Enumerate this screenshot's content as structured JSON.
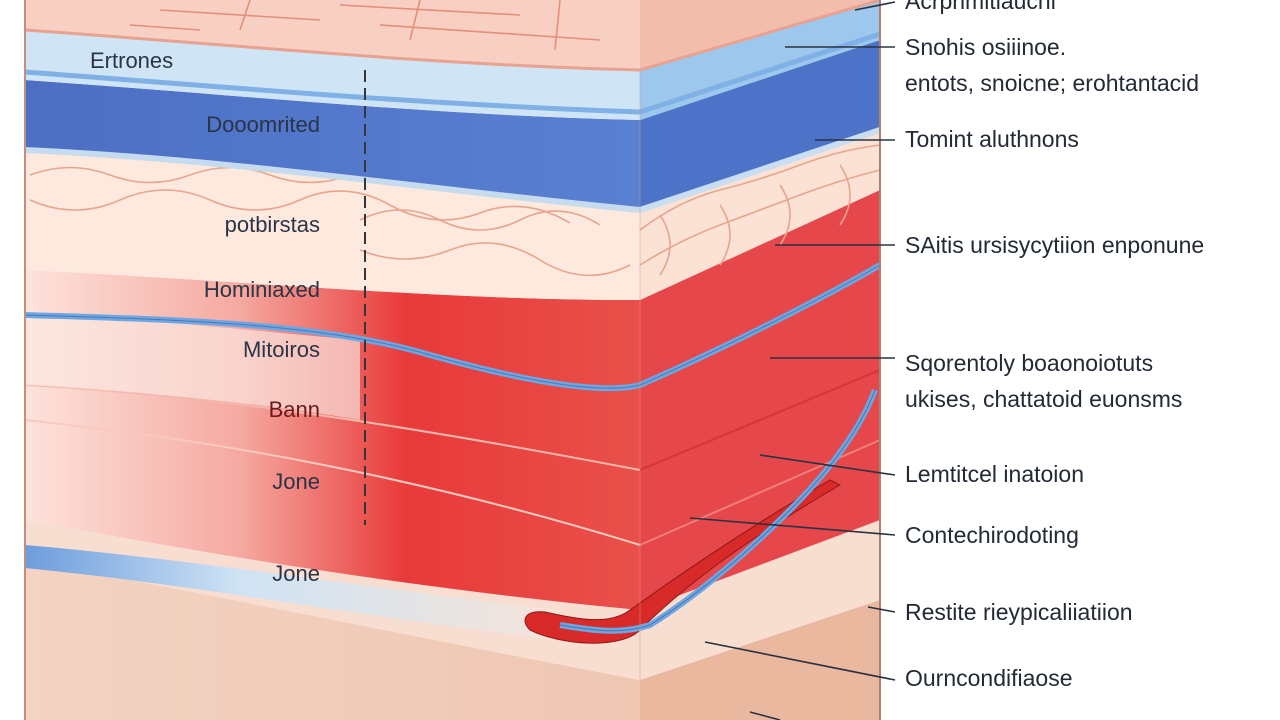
{
  "diagram": {
    "inside_labels": [
      "Ertrones",
      "Dooomrited",
      "potbirstas",
      "Hominiaxed",
      "Mitoiros",
      "Bann",
      "Jone",
      "Jone"
    ],
    "callouts": [
      "Acrprimitiauchi",
      "Snohis osiiinoe.",
      "entots, snoicne; erohtantacid",
      "Tomint aluthnons",
      "SAitis ursisycytiion enponune",
      "Sqorentoly boaonoiotuts",
      "ukises, chattatoid euonsms",
      "Lemtitcel inatoion",
      "Contechirodoting",
      "Restite rieypicaliiatiion",
      "Ourncondifiaose"
    ]
  },
  "colors": {
    "top_skin": "#f6c9bd",
    "blue_band": "#4f74c7",
    "light_blue": "#b9d8f0",
    "fat_layer": "#fbe6da",
    "red_muscle": "#e43b3b",
    "base_layer": "#f0cbb8",
    "vessel_blue": "#6fa8e0",
    "vessel_red": "#d92a2a",
    "leader_line": "#2a3242"
  }
}
